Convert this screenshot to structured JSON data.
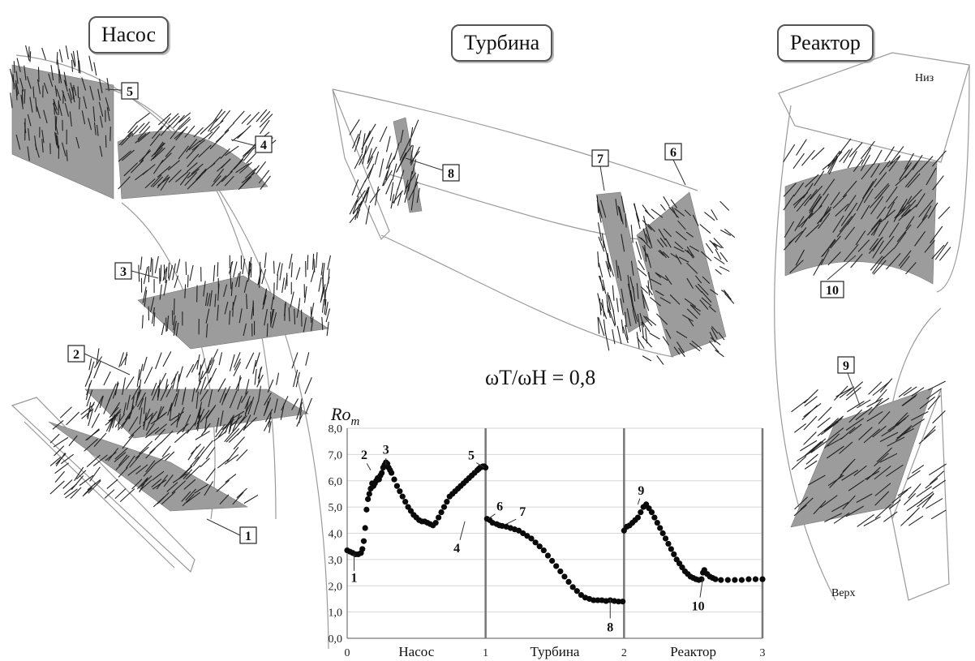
{
  "titles": {
    "pump": "Насос",
    "turbine": "Турбина",
    "reactor": "Реактор"
  },
  "pump_labels": [
    "1",
    "2",
    "3",
    "4",
    "5"
  ],
  "turbine_labels": [
    "6",
    "7",
    "8"
  ],
  "reactor_labels": [
    "9",
    "10"
  ],
  "reactor_notes": {
    "bottom": "Низ",
    "top": "Верх"
  },
  "ratio_label": "ωT/ωH = 0,8",
  "chart_data": {
    "type": "scatter",
    "ylabel": "Ro_m",
    "ylim": [
      0,
      8
    ],
    "xlim": [
      0,
      3
    ],
    "y_ticks": [
      "0,0",
      "1,0",
      "2,0",
      "3,0",
      "4,0",
      "5,0",
      "6,0",
      "7,0",
      "8,0"
    ],
    "x_ticks": [
      "0",
      "1",
      "2",
      "3"
    ],
    "region_labels": [
      "Насос",
      "Турбина",
      "Реактор"
    ],
    "separators": [
      1,
      2,
      3
    ],
    "grid": true,
    "annotations": [
      {
        "label": "1",
        "x": 0.05,
        "y": 3.2
      },
      {
        "label": "2",
        "x": 0.17,
        "y": 6.4
      },
      {
        "label": "3",
        "x": 0.28,
        "y": 6.6
      },
      {
        "label": "4",
        "x": 0.85,
        "y": 4.45
      },
      {
        "label": "5",
        "x": 0.99,
        "y": 6.5
      },
      {
        "label": "6",
        "x": 1.02,
        "y": 4.55
      },
      {
        "label": "7",
        "x": 1.15,
        "y": 4.35
      },
      {
        "label": "8",
        "x": 1.9,
        "y": 1.5
      },
      {
        "label": "9",
        "x": 2.1,
        "y": 5.1
      },
      {
        "label": "10",
        "x": 2.57,
        "y": 2.3
      }
    ],
    "series": [
      {
        "x": [
          0.0,
          0.02,
          0.04,
          0.06,
          0.08,
          0.1,
          0.11,
          0.12,
          0.13,
          0.14,
          0.15,
          0.16,
          0.17,
          0.18,
          0.19,
          0.2,
          0.21,
          0.22,
          0.23,
          0.24,
          0.25,
          0.26,
          0.27,
          0.28,
          0.29,
          0.3,
          0.31,
          0.32,
          0.34,
          0.36,
          0.38,
          0.4,
          0.42,
          0.44,
          0.46,
          0.48,
          0.5,
          0.52,
          0.54,
          0.56,
          0.58,
          0.6,
          0.62,
          0.64,
          0.66,
          0.68,
          0.7,
          0.72,
          0.74,
          0.76,
          0.78,
          0.8,
          0.82,
          0.84,
          0.86,
          0.88,
          0.9,
          0.92,
          0.94,
          0.95,
          0.96,
          0.97,
          0.98,
          0.99,
          1.0,
          1.01,
          1.03,
          1.05,
          1.08,
          1.1,
          1.12,
          1.15,
          1.18,
          1.21,
          1.24,
          1.27,
          1.3,
          1.33,
          1.36,
          1.39,
          1.42,
          1.45,
          1.48,
          1.51,
          1.54,
          1.57,
          1.6,
          1.63,
          1.66,
          1.69,
          1.72,
          1.75,
          1.78,
          1.81,
          1.84,
          1.87,
          1.9,
          1.93,
          1.96,
          1.99,
          2.0,
          2.02,
          2.04,
          2.06,
          2.08,
          2.1,
          2.12,
          2.14,
          2.16,
          2.18,
          2.2,
          2.22,
          2.24,
          2.26,
          2.28,
          2.3,
          2.32,
          2.34,
          2.36,
          2.38,
          2.4,
          2.42,
          2.44,
          2.46,
          2.48,
          2.5,
          2.52,
          2.54,
          2.56,
          2.57,
          2.58,
          2.6,
          2.62,
          2.64,
          2.66,
          2.7,
          2.75,
          2.8,
          2.85,
          2.9,
          2.95,
          3.0
        ],
        "y": [
          3.35,
          3.3,
          3.25,
          3.2,
          3.2,
          3.25,
          3.4,
          3.7,
          4.2,
          4.9,
          5.3,
          5.5,
          5.7,
          5.9,
          5.8,
          5.9,
          6.0,
          6.1,
          6.05,
          6.2,
          6.3,
          6.5,
          6.6,
          6.7,
          6.65,
          6.5,
          6.4,
          6.3,
          6.05,
          5.8,
          5.6,
          5.4,
          5.2,
          5.0,
          4.85,
          4.7,
          4.6,
          4.5,
          4.45,
          4.45,
          4.4,
          4.35,
          4.3,
          4.4,
          4.6,
          4.8,
          5.0,
          5.2,
          5.4,
          5.5,
          5.6,
          5.7,
          5.8,
          5.9,
          6.0,
          6.1,
          6.2,
          6.3,
          6.4,
          6.45,
          6.5,
          6.52,
          6.55,
          6.55,
          6.5,
          4.55,
          4.5,
          4.4,
          4.35,
          4.3,
          4.28,
          4.25,
          4.2,
          4.15,
          4.1,
          4.0,
          3.9,
          3.8,
          3.65,
          3.5,
          3.35,
          3.15,
          2.95,
          2.75,
          2.55,
          2.35,
          2.15,
          1.95,
          1.8,
          1.65,
          1.55,
          1.5,
          1.45,
          1.45,
          1.45,
          1.42,
          1.45,
          1.42,
          1.4,
          1.4,
          4.1,
          4.25,
          4.3,
          4.4,
          4.5,
          4.6,
          4.8,
          5.0,
          5.1,
          4.95,
          4.8,
          4.6,
          4.4,
          4.2,
          4.0,
          3.8,
          3.6,
          3.4,
          3.2,
          3.0,
          2.85,
          2.7,
          2.55,
          2.45,
          2.35,
          2.3,
          2.25,
          2.22,
          2.25,
          2.5,
          2.6,
          2.45,
          2.35,
          2.3,
          2.25,
          2.22,
          2.22,
          2.22,
          2.22,
          2.25,
          2.25,
          2.25
        ]
      }
    ]
  }
}
